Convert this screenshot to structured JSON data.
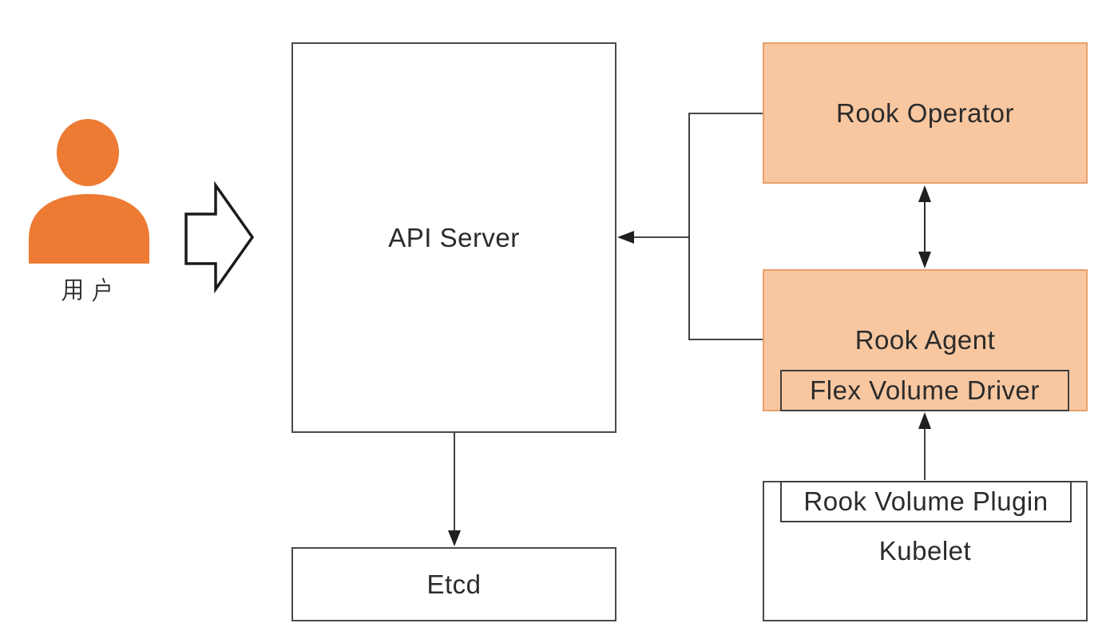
{
  "diagram_type": "architecture-diagram",
  "user": {
    "label": "用户"
  },
  "nodes": {
    "api_server": {
      "label": "API Server"
    },
    "etcd": {
      "label": "Etcd"
    },
    "rook_operator": {
      "label": "Rook Operator"
    },
    "rook_agent": {
      "label": "Rook Agent"
    },
    "flex_volume_driver": {
      "label": "Flex Volume Driver"
    },
    "rook_volume_plugin": {
      "label": "Rook Volume Plugin"
    },
    "kubelet": {
      "label": "Kubelet"
    }
  },
  "edges": [
    {
      "from": "user",
      "to": "api_server",
      "type": "block-arrow"
    },
    {
      "from": "rook_operator",
      "to": "api_server",
      "type": "merged-arrow"
    },
    {
      "from": "rook_agent",
      "to": "api_server",
      "type": "merged-arrow"
    },
    {
      "from": "rook_operator",
      "to": "rook_agent",
      "type": "double-arrow"
    },
    {
      "from": "api_server",
      "to": "etcd",
      "type": "arrow"
    },
    {
      "from": "rook_volume_plugin",
      "to": "flex_volume_driver",
      "type": "arrow"
    }
  ],
  "colors": {
    "person_orange": "#ED7B33",
    "box_fill_orange": "#F8C7A0",
    "box_border_orange": "#E8A06B",
    "box_border_dark": "#4a4a4a",
    "connector": "#2e2e2e",
    "text": "#2b2b2b",
    "background": "#ffffff"
  }
}
